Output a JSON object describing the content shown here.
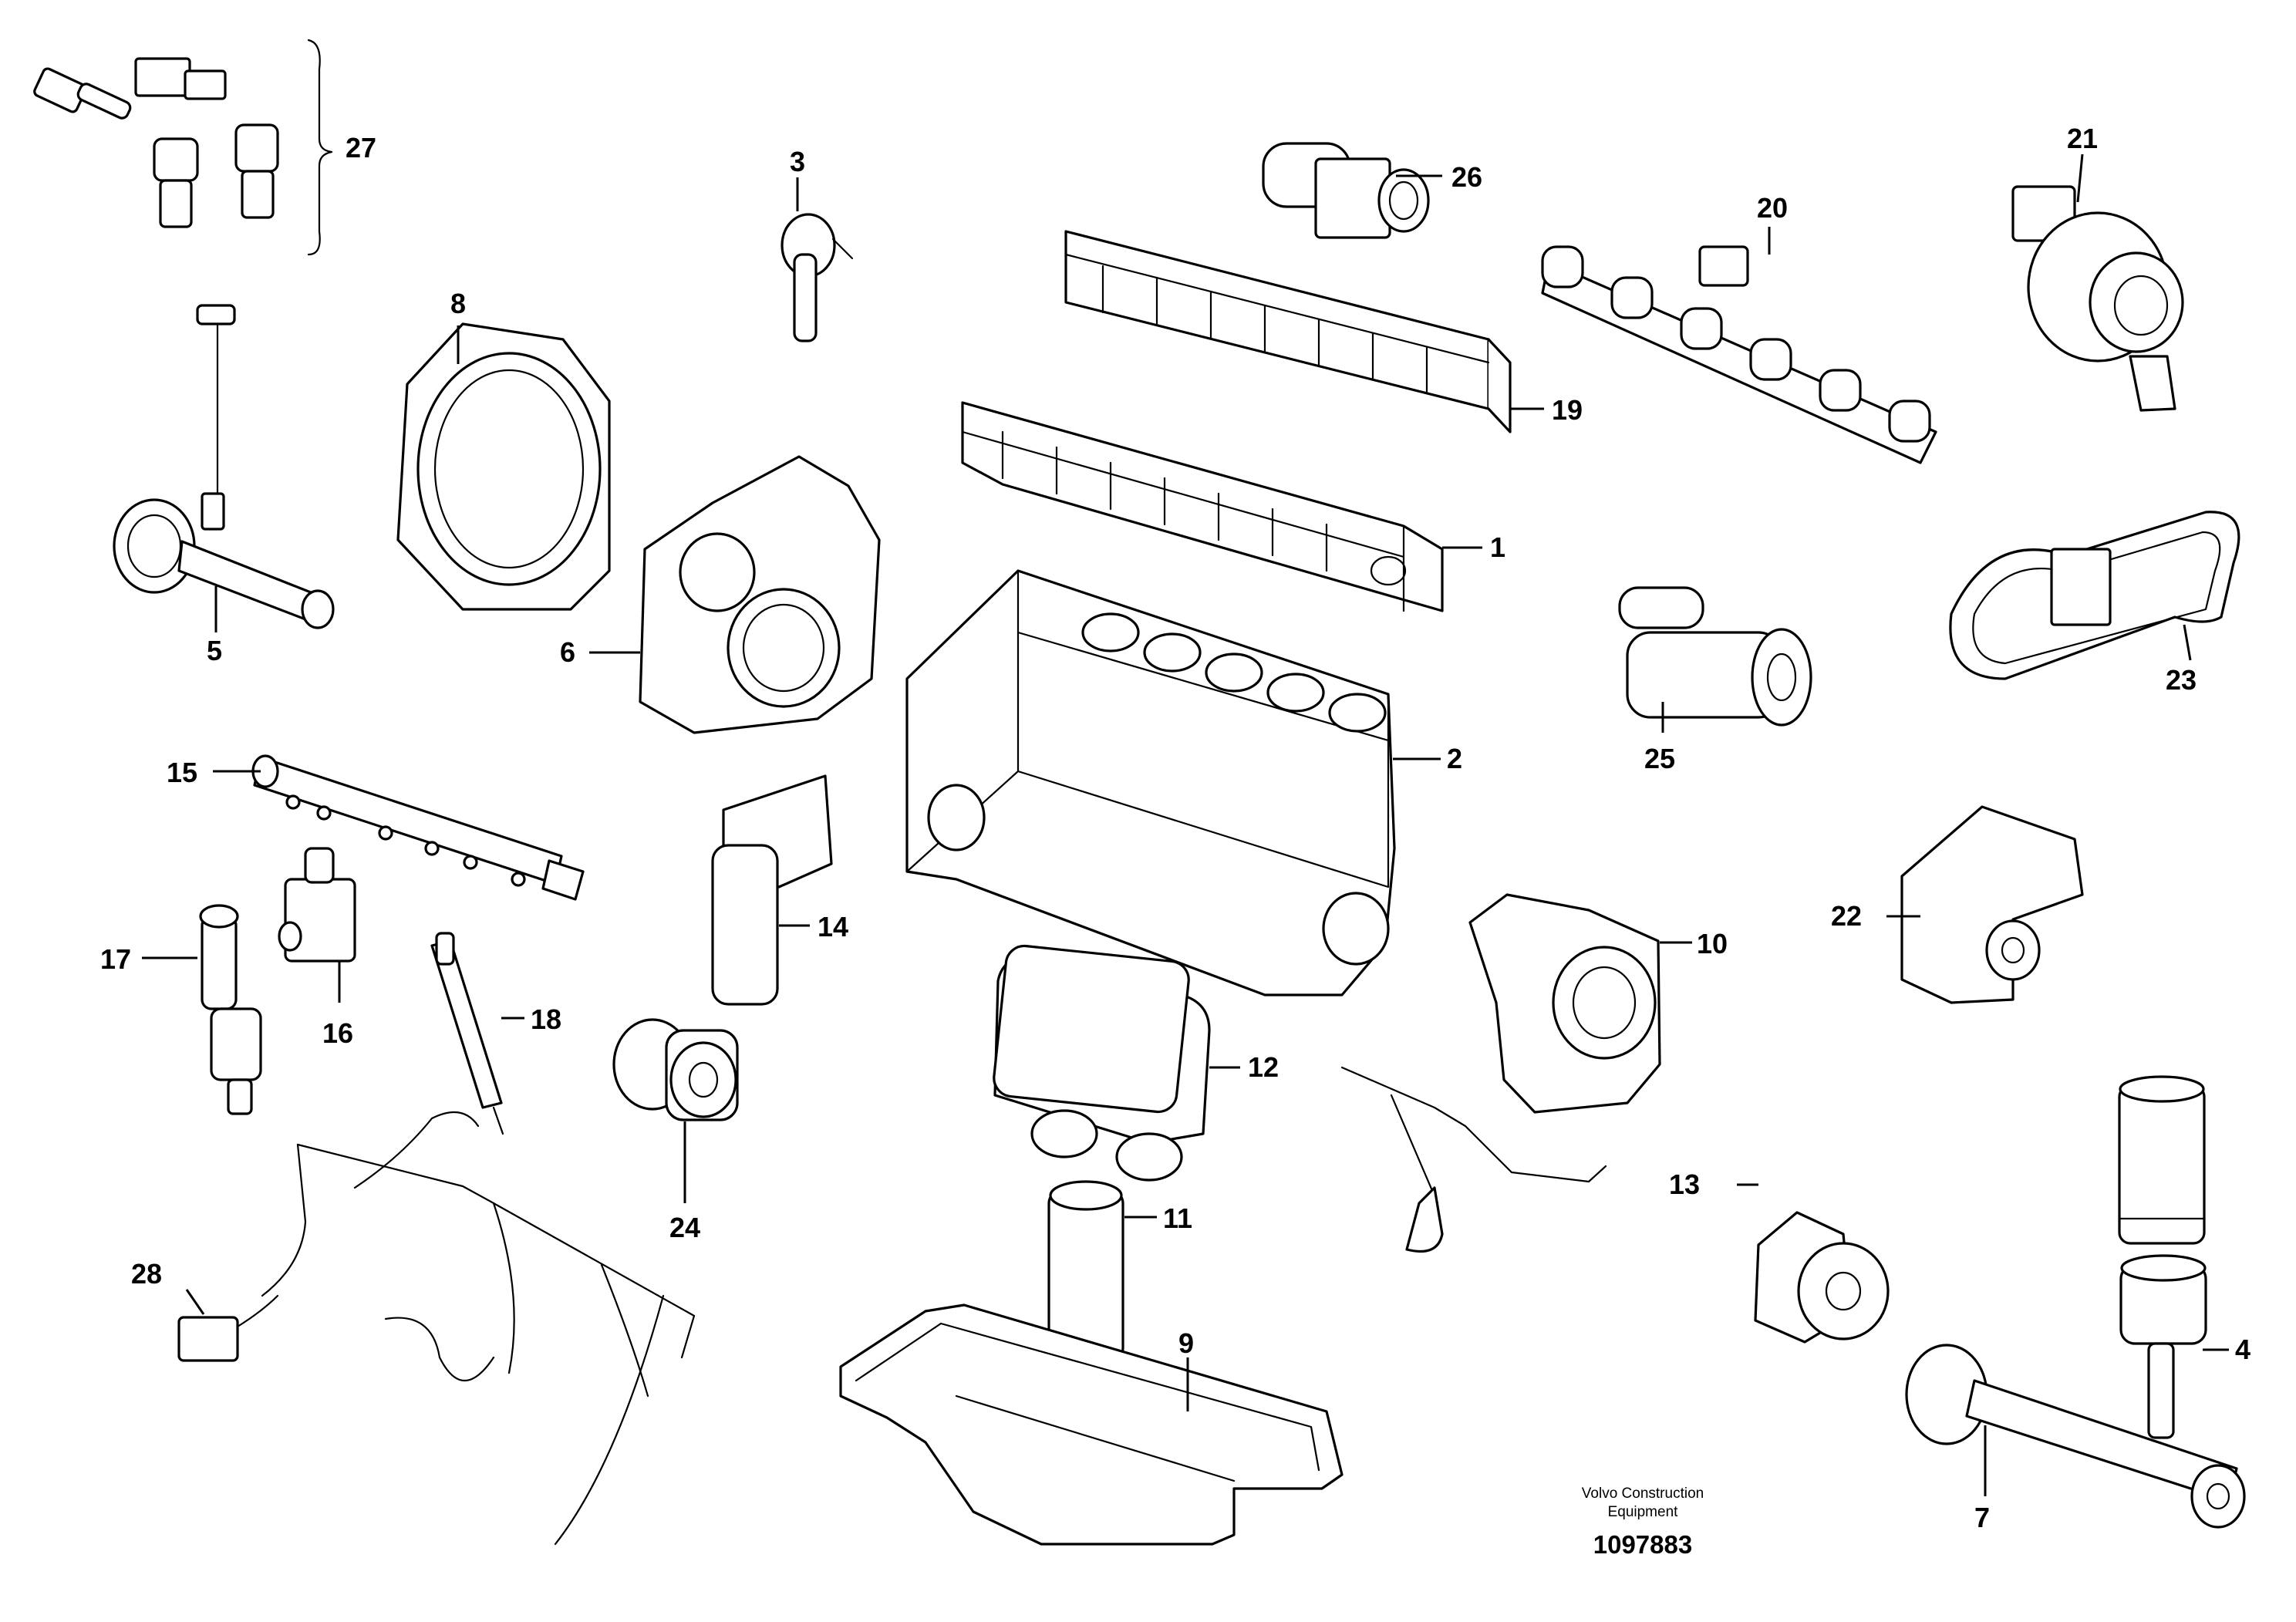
{
  "callouts": {
    "c1": "1",
    "c2": "2",
    "c3": "3",
    "c4": "4",
    "c5": "5",
    "c6": "6",
    "c7": "7",
    "c8": "8",
    "c9": "9",
    "c10": "10",
    "c11": "11",
    "c12": "12",
    "c13": "13",
    "c14": "14",
    "c15": "15",
    "c16": "16",
    "c17": "17",
    "c18": "18",
    "c19": "19",
    "c20": "20",
    "c21": "21",
    "c22": "22",
    "c23": "23",
    "c24": "24",
    "c25": "25",
    "c26": "26",
    "c27": "27",
    "c28": "28"
  },
  "credit": {
    "line1": "Volvo Construction",
    "line2": "Equipment",
    "drawing_number": "1097883"
  }
}
